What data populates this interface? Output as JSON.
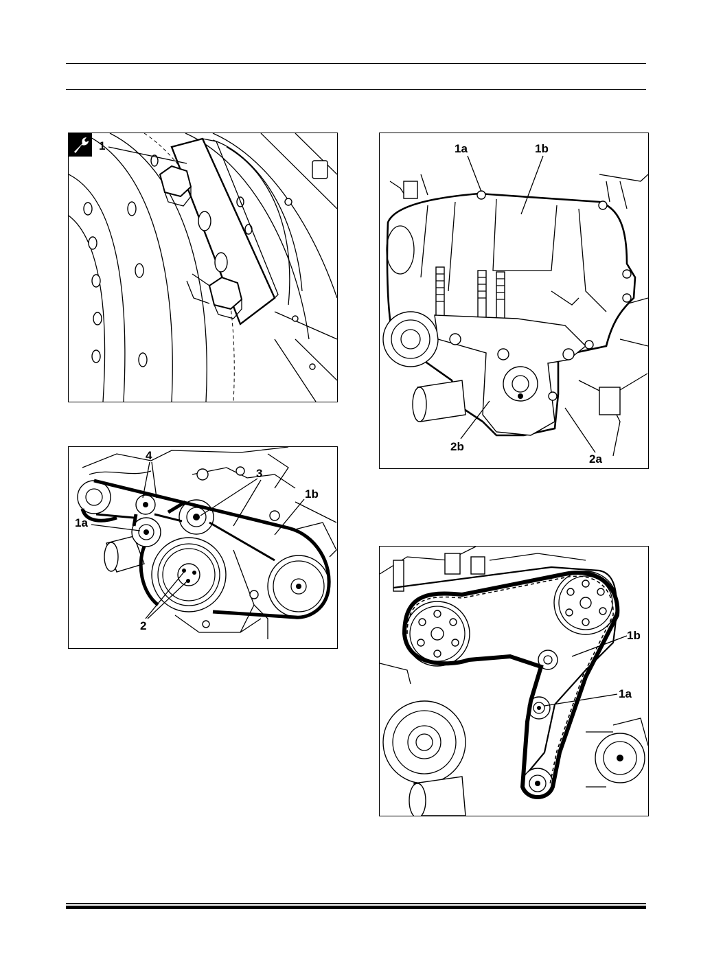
{
  "figures": {
    "fig_tool": {
      "labels": {
        "l1": "1"
      },
      "icon": "wrench-icon"
    },
    "fig_aux_belt": {
      "labels": {
        "l4": "4",
        "l3": "3",
        "l1b": "1b",
        "l1a": "1a",
        "l2": "2"
      }
    },
    "fig_cover": {
      "labels": {
        "l1a": "1a",
        "l1b": "1b",
        "l2b": "2b",
        "l2a": "2a"
      }
    },
    "fig_timing_belt": {
      "labels": {
        "l1b": "1b",
        "l1a": "1a"
      }
    }
  }
}
